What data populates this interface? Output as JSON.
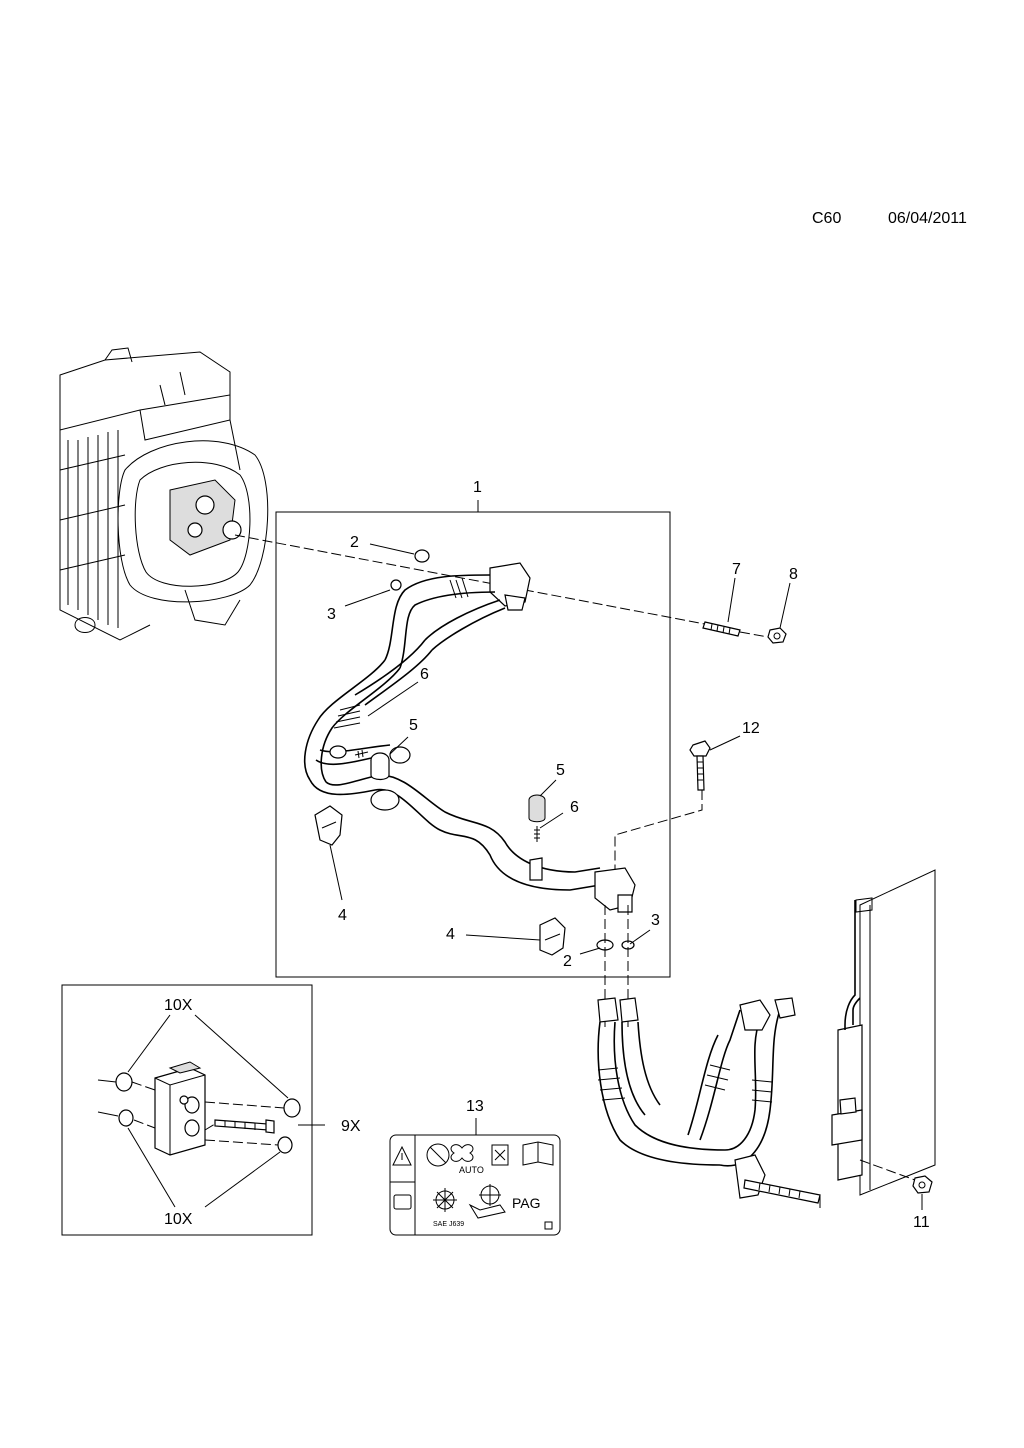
{
  "header": {
    "code": "C60",
    "date": "06/04/2011"
  },
  "callouts": {
    "c1": "1",
    "c2a": "2",
    "c3a": "3",
    "c6a": "6",
    "c5a": "5",
    "c5b": "5",
    "c6b": "6",
    "c4a": "4",
    "c4b": "4",
    "c2b": "2",
    "c3b": "3",
    "c7": "7",
    "c8": "8",
    "c12": "12",
    "c11": "11",
    "c13": "13",
    "c10a": "10X",
    "c10b": "10X",
    "c9": "9X"
  },
  "label13": {
    "auto": "AUTO",
    "pag": "PAG",
    "sae": "SAE J639"
  }
}
